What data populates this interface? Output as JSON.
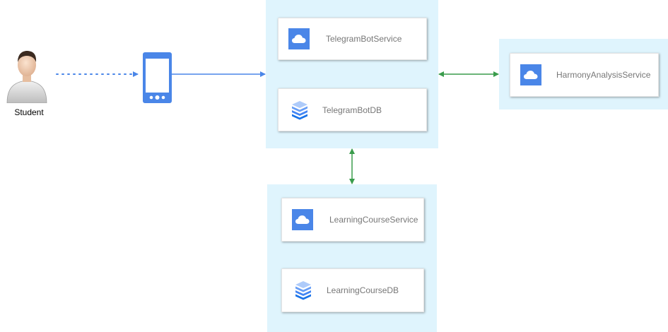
{
  "actor": {
    "label": "Student",
    "icon": "user-avatar-icon"
  },
  "device": {
    "icon": "smartphone-icon"
  },
  "services": {
    "telegram_bot_service": {
      "label": "TelegramBotService",
      "icon": "cloud-icon"
    },
    "telegram_bot_db": {
      "label": "TelegramBotDB",
      "icon": "database-icon"
    },
    "harmony_analysis_service": {
      "label": "HarmonyAnalysisService",
      "icon": "cloud-icon"
    },
    "learning_course_service": {
      "label": "LearningCourseService",
      "icon": "cloud-icon"
    },
    "learning_course_db": {
      "label": "LearningCourseDB",
      "icon": "database-icon"
    }
  },
  "colors": {
    "group_bg": "#dff4fd",
    "blue_connector": "#4a86e8",
    "green_connector": "#3a9c4c",
    "icon_blue": "#4a86e8"
  }
}
